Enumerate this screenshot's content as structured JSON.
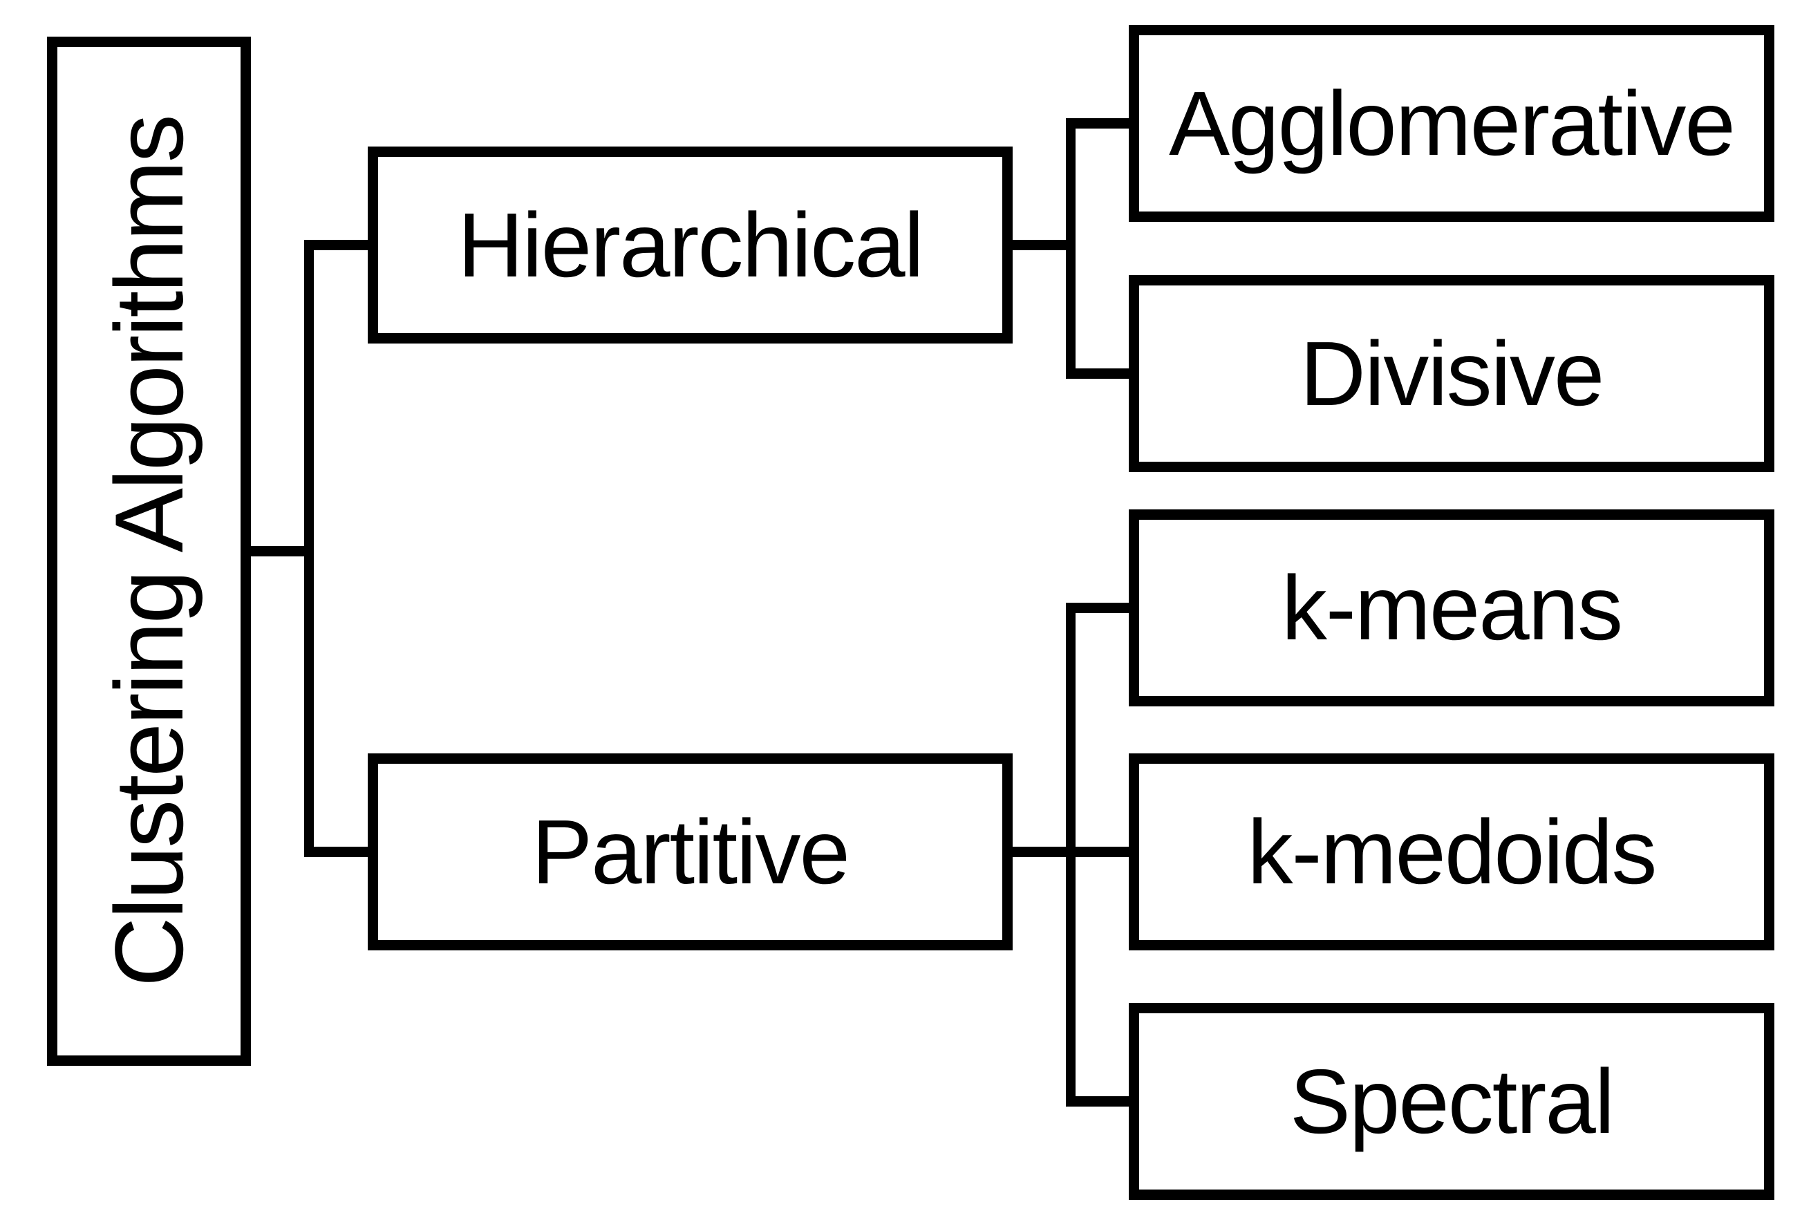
{
  "diagram": {
    "type": "tree",
    "root": {
      "label": "Clustering Algorithms"
    },
    "branches": [
      {
        "label": "Hierarchical",
        "children": [
          {
            "label": "Agglomerative"
          },
          {
            "label": "Divisive"
          }
        ]
      },
      {
        "label": "Partitive",
        "children": [
          {
            "label": "k-means"
          },
          {
            "label": "k-medoids"
          },
          {
            "label": "Spectral"
          }
        ]
      }
    ],
    "colors": {
      "line": "#000000",
      "box_border": "#000000",
      "box_background": "#ffffff",
      "text": "#000000",
      "page_background": "#ffffff"
    }
  }
}
